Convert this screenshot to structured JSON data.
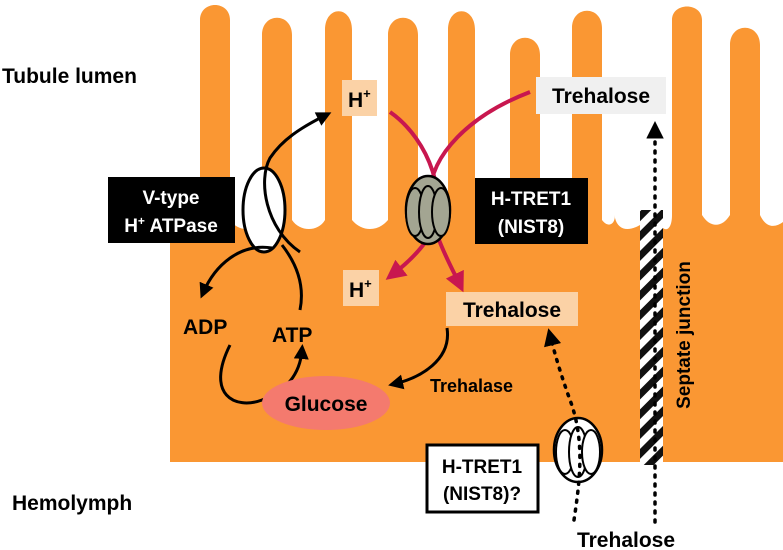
{
  "labels": {
    "tubule_lumen": "Tubule lumen",
    "hemolymph": "Hemolymph",
    "h_plus_top": "H",
    "h_plus_top_sup": "+",
    "h_plus_mid": "H",
    "h_plus_mid_sup": "+",
    "trehalose_lumen": "Trehalose",
    "trehalose_cell": "Trehalose",
    "trehalose_hemolymph": "Trehalose",
    "trehalase": "Trehalase",
    "glucose": "Glucose",
    "adp": "ADP",
    "atp": "ATP",
    "septate_junction": "Septate junction",
    "vtype_line1": "V-type",
    "vtype_line2_h": "H",
    "vtype_line2_sup": "+",
    "vtype_line2_rest": " ATPase",
    "htret1_apical_line1": "H-TRET1",
    "htret1_apical_line2": "(NIST8)",
    "htret1_basal_line1": "H-TRET1",
    "htret1_basal_line2": "(NIST8)?"
  },
  "colors": {
    "cell": "#fa9733",
    "transport_arrow": "#c8174f",
    "glucose": "#f47a6e",
    "label_box": "#fbd2a6",
    "trehalose_lumen_box": "#f0f0f0",
    "transporter_apical": "#a3a592",
    "black_box": "#000000"
  }
}
